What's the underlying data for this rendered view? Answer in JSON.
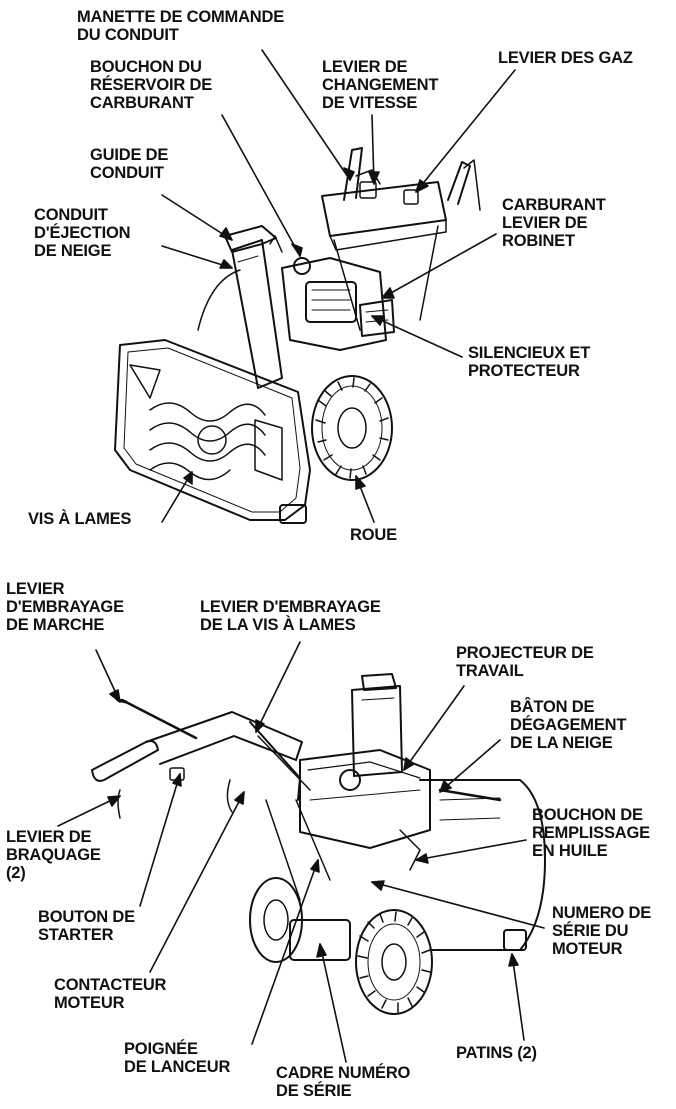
{
  "colors": {
    "ink": "#111111",
    "background": "#ffffff"
  },
  "top_view": {
    "labels": {
      "manette_conduit": "MANETTE DE COMMANDE\nDU CONDUIT",
      "bouchon_reservoir": "BOUCHON DU\nRÉSERVOIR DE\nCARBURANT",
      "levier_vitesse": "LEVIER DE\nCHANGEMENT\nDE VITESSE",
      "levier_gaz": "LEVIER DES GAZ",
      "guide_conduit": "GUIDE DE\nCONDUIT",
      "robinet_carburant": "CARBURANT\nLEVIER DE\nROBINET",
      "conduit_ejection": "CONDUIT\nD'ÉJECTION\nDE NEIGE",
      "silencieux": "SILENCIEUX ET\nPROTECTEUR",
      "vis_lames": "VIS À LAMES",
      "roue": "ROUE"
    }
  },
  "bottom_view": {
    "labels": {
      "embrayage_marche": "LEVIER\nD'EMBRAYAGE\nDE MARCHE",
      "embrayage_vis": "LEVIER D'EMBRAYAGE\nDE LA VIS À LAMES",
      "projecteur": "PROJECTEUR DE\nTRAVAIL",
      "baton_degagement": "BÂTON DE\nDÉGAGEMENT\nDE LA NEIGE",
      "bouchon_huile": "BOUCHON DE\nREMPLISSAGE\nEN HUILE",
      "levier_braquage": "LEVIER DE\nBRAQUAGE\n(2)",
      "bouton_starter": "BOUTON DE\nSTARTER",
      "numero_serie_moteur": "NUMERO DE\nSÉRIE DU\nMOTEUR",
      "contacteur": "CONTACTEUR\nMOTEUR",
      "patins": "PATINS (2)",
      "poignee_lanceur": "POIGNÉE\nDE LANCEUR",
      "cadre_numero": "CADRE NUMÉRO\nDE SÉRIE"
    }
  }
}
